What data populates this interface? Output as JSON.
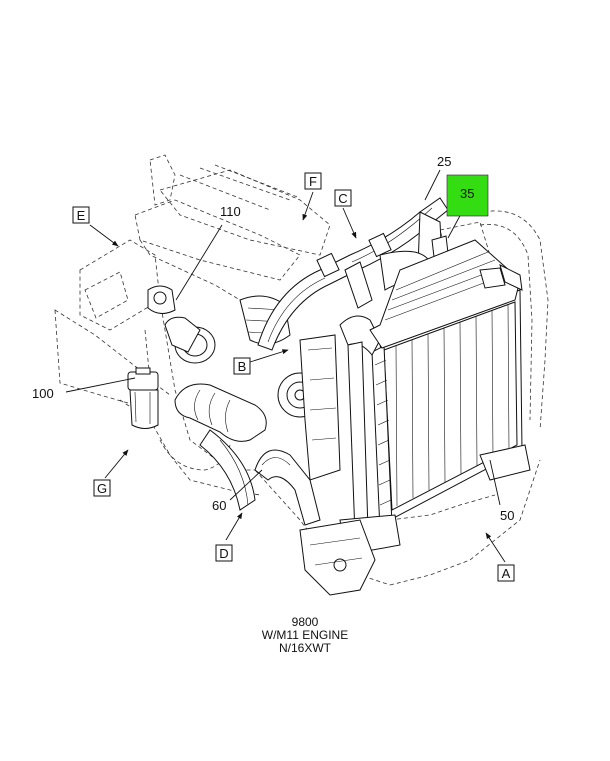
{
  "callouts": {
    "n110": "110",
    "n25": "25",
    "n35": "35",
    "n100": "100",
    "n60": "60",
    "n50": "50"
  },
  "views": {
    "a": "A",
    "b": "B",
    "c": "C",
    "d": "D",
    "e": "E",
    "f": "F",
    "g": "G"
  },
  "highlight_color": "#33dd11",
  "caption": {
    "line1": "9800",
    "line2": "W/M11 ENGINE",
    "line3": "N/16XWT"
  }
}
